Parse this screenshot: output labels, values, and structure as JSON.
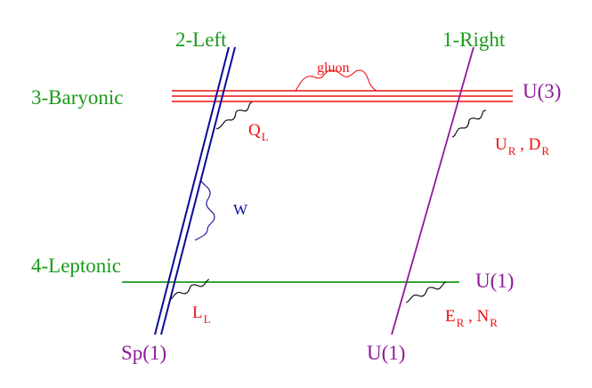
{
  "colors": {
    "green": "#1a9a1a",
    "red": "#ee1111",
    "blue": "#0a0a9a",
    "purple": "#8e1a9a",
    "background": "#ffffff"
  },
  "branes": {
    "baryonic": {
      "label": "3-Baryonic",
      "group": "U(3)"
    },
    "leptonic": {
      "label": "4-Leptonic",
      "group": "U(1)"
    },
    "left": {
      "label": "2-Left",
      "group": "Sp(1)"
    },
    "right": {
      "label": "1-Right",
      "group": "U(1)"
    }
  },
  "strings": {
    "gluon": "gluon",
    "w": "W",
    "q": {
      "main": "Q",
      "sub": "L"
    },
    "l": {
      "main": "L",
      "sub": "L"
    },
    "ud": {
      "a": "U",
      "a_sub": "R",
      "sep": " , ",
      "b": "D",
      "b_sub": "R"
    },
    "en": {
      "a": "E",
      "a_sub": "R",
      "sep": " , ",
      "b": "N",
      "b_sub": "R"
    }
  }
}
